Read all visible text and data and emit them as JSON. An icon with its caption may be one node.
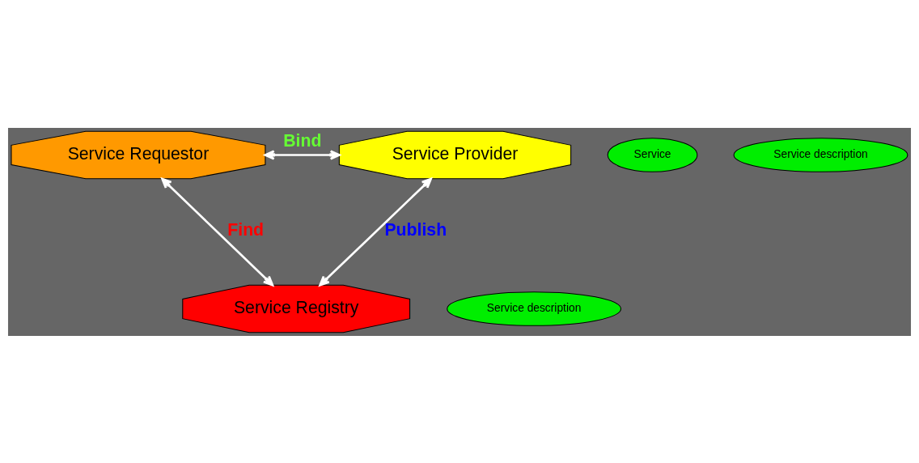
{
  "diagram": {
    "nodes": [
      {
        "text": [
          "Service Registry"
        ]
      },
      {
        "text": [
          "Service description"
        ]
      },
      {
        "text": [
          "Service Requestor"
        ]
      },
      {
        "text": [
          "Service Provider"
        ]
      },
      {
        "text": [
          "Service"
        ]
      },
      {
        "text": [
          "Service description"
        ]
      }
    ],
    "edges": [
      {
        "from": 2,
        "to": 0,
        "arrow": "both",
        "label": "Find"
      },
      {
        "from": 3,
        "to": 0,
        "arrow": "both",
        "label": "Publish"
      },
      {
        "from": 2,
        "to": 3,
        "arrow": "both",
        "label": "Bind"
      }
    ]
  }
}
